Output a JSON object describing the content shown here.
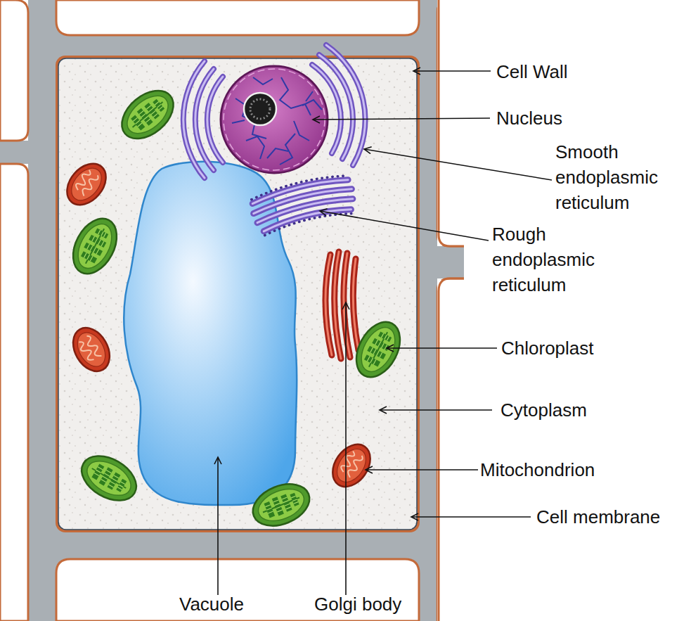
{
  "diagram": {
    "labels": [
      "Cell Wall",
      "Nucleus",
      "Smooth endoplasmic reticulum",
      "Rough endoplasmic reticulum",
      "Chloroplast",
      "Cytoplasm",
      "Mitochondrion",
      "Cell membrane",
      "Vacuole",
      "Golgi body"
    ]
  }
}
